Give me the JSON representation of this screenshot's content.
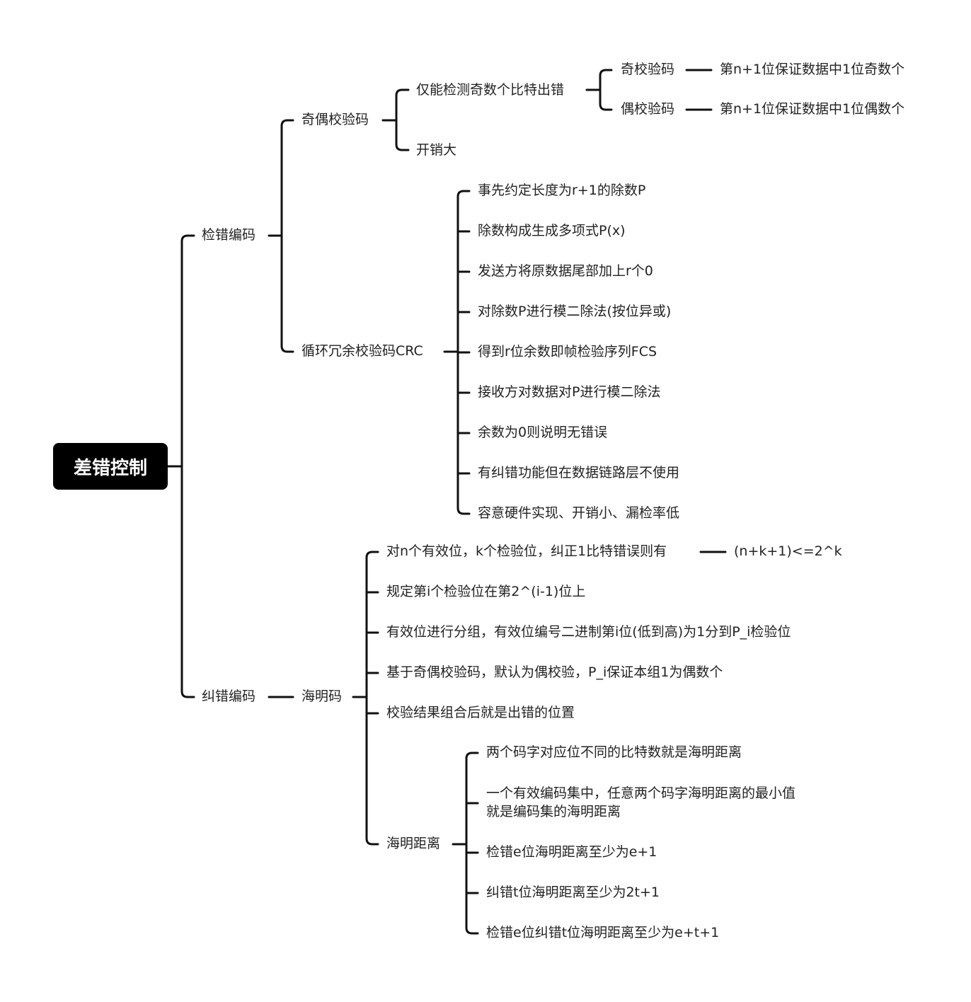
{
  "root": "差错控制",
  "branches": {
    "detect": "检错编码",
    "parity": "奇偶校验码",
    "parity_odd_only": "仅能检测奇数个比特出错",
    "parity_odd": "奇校验码",
    "parity_odd_desc": "第n+1位保证数据中1位奇数个",
    "parity_even": "偶校验码",
    "parity_even_desc": "第n+1位保证数据中1位偶数个",
    "parity_cost": "开销大",
    "crc": "循环冗余校验码CRC",
    "crc_items": [
      "事先约定长度为r+1的除数P",
      "除数构成生成多项式P(x)",
      "发送方将原数据尾部加上r个0",
      "对除数P进行模二除法(按位异或)",
      "得到r位余数即帧检验序列FCS",
      "接收方对数据对P进行模二除法",
      "余数为0则说明无错误",
      "有纠错功能但在数据链路层不使用",
      "容意硬件实现、开销小、漏检率低"
    ],
    "correct": "纠错编码",
    "hamming": "海明码",
    "hamming_items": [
      "对n个有效位，k个检验位，纠正1比特错误则有",
      "规定第i个检验位在第2^(i-1)位上",
      "有效位进行分组，有效位编号二进制第i位(低到高)为1分到P_i检验位",
      "基于奇偶校验码，默认为偶校验，P_i保证本组1为偶数个",
      "校验结果组合后就是出错的位置"
    ],
    "hamming_formula": "(n+k+1)<=2^k",
    "hamming_distance": "海明距离",
    "distance_items": [
      "两个码字对应位不同的比特数就是海明距离",
      "一个有效编码集中，任意两个码字海明距离的最小值就是编码集的海明距离",
      "检错e位海明距离至少为e+1",
      "纠错t位海明距离至少为2t+1",
      "检错e位纠错t位海明距离至少为e+t+1"
    ]
  },
  "colors": {
    "line": "#111111",
    "root_bg": "#000000",
    "root_text": "#ffffff",
    "text": "#222222"
  }
}
